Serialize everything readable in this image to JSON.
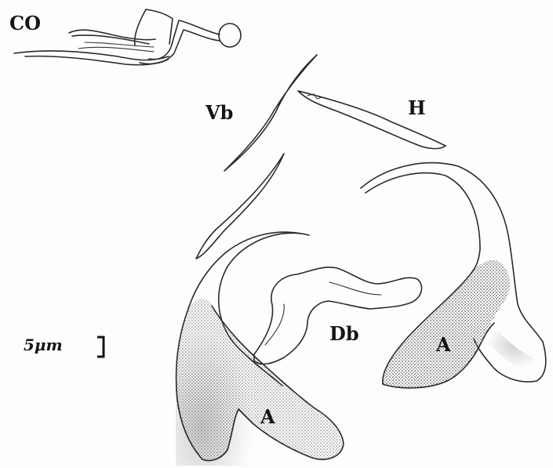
{
  "labels": {
    "co": "CO",
    "vb": "Vb",
    "h": "H",
    "db": "Db",
    "a_right": "A",
    "a_left": "A",
    "scale": "5μm"
  },
  "colors": {
    "ink": "#2a2a2a",
    "stipple": "#555555",
    "paper": "#fdfdfc"
  }
}
